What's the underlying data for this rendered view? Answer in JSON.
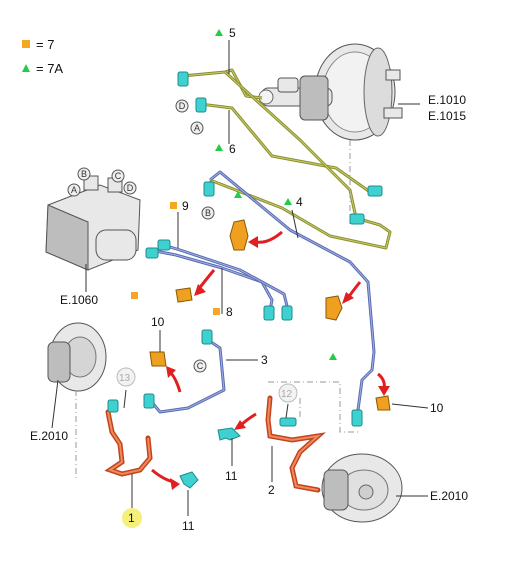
{
  "legend": {
    "square_text": "= 7",
    "triangle_text": "= 7A",
    "square_color": "#f5a623",
    "triangle_color": "#22cc44"
  },
  "labels": {
    "l1": "1",
    "l2": "2",
    "l3": "3",
    "l4": "4",
    "l5": "5",
    "l6": "6",
    "l8": "8",
    "l9": "9",
    "l10a": "10",
    "l10b": "10",
    "l11a": "11",
    "l11b": "11",
    "l12": "12",
    "l13": "13",
    "e1010": "E.1010",
    "e1015": "E.1015",
    "e1060": "E.1060",
    "e2010a": "E.2010",
    "e2010b": "E.2010"
  },
  "circle_letters": {
    "a1": "A",
    "b1": "B",
    "c1": "C",
    "d1": "D",
    "d2": "D",
    "a2": "A",
    "b2": "B",
    "c2": "C"
  },
  "colors": {
    "front_pipes": "#8a8f2e",
    "rear_pipes": "#5a6bb0",
    "hoses": "#c2441e",
    "fittings": "#3fd0d0",
    "clips": "#f0a020",
    "arrows": "#e02020",
    "highlight": "#f5f07a"
  }
}
